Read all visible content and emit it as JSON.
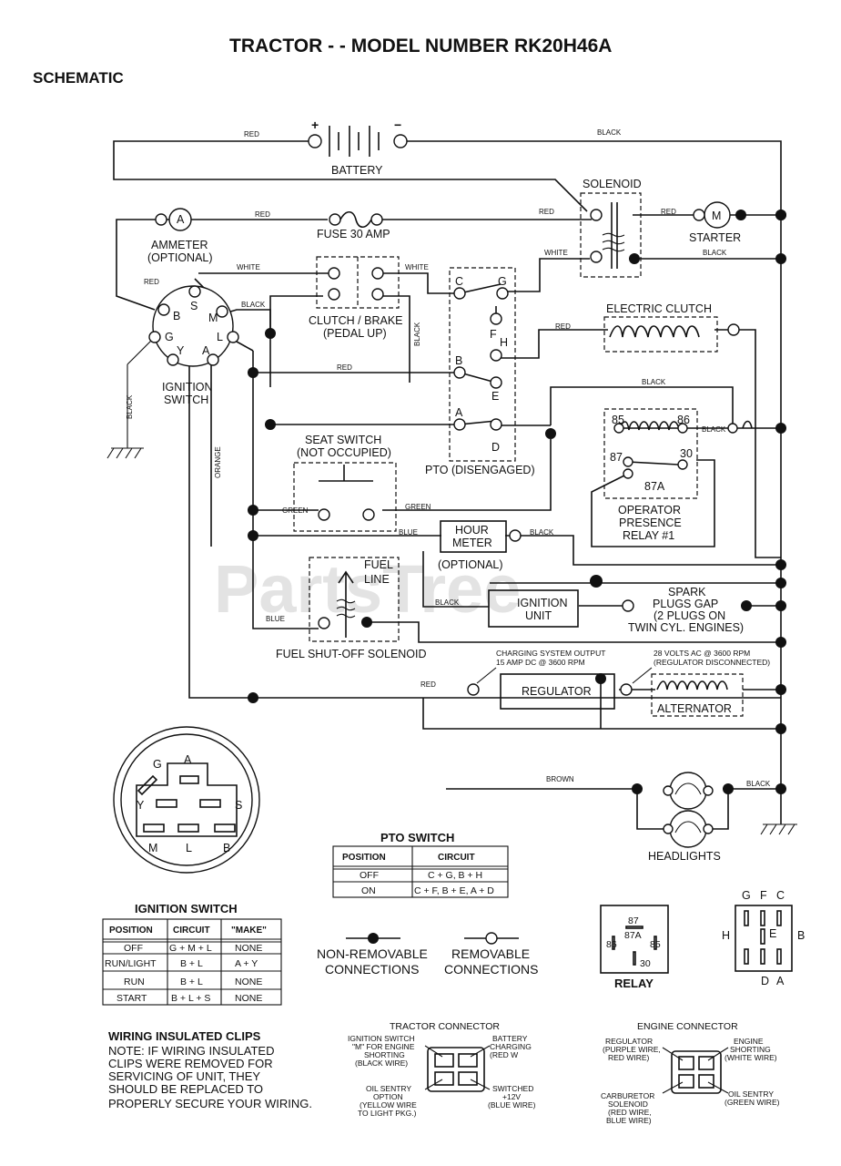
{
  "title": "TRACTOR - - MODEL NUMBER RK20H46A",
  "subtitle": "SCHEMATIC",
  "watermark": "PartsTree",
  "components": {
    "battery": "BATTERY",
    "battery_plus": "+",
    "battery_minus": "−",
    "solenoid": "SOLENOID",
    "starter": "STARTER",
    "starter_symbol": "M",
    "ammeter_symbol": "A",
    "ammeter_1": "AMMETER",
    "ammeter_2": "(OPTIONAL)",
    "fuse": "FUSE 30 AMP",
    "clutch_brake_1": "CLUTCH / BRAKE",
    "clutch_brake_2": "(PEDAL UP)",
    "electric_clutch": "ELECTRIC CLUTCH",
    "ignition_switch_1": "IGNITION",
    "ignition_switch_2": "SWITCH",
    "seat_switch_1": "SEAT SWITCH",
    "seat_switch_2": "(NOT OCCUPIED)",
    "pto": "PTO (DISENGAGED)",
    "relay_1": "OPERATOR",
    "relay_2": "PRESENCE",
    "relay_3": "RELAY #1",
    "hour_meter_1": "HOUR",
    "hour_meter_2": "METER",
    "hour_meter_3": "(OPTIONAL)",
    "fuel_line_1": "FUEL",
    "fuel_line_2": "LINE",
    "fuel_solenoid": "FUEL SHUT-OFF SOLENOID",
    "ignition_unit_1": "IGNITION",
    "ignition_unit_2": "UNIT",
    "spark_1": "SPARK",
    "spark_2": "PLUGS GAP",
    "spark_3": "(2 PLUGS ON",
    "spark_4": "TWIN CYL. ENGINES)",
    "regulator": "REGULATOR",
    "alternator": "ALTERNATOR",
    "charging_1": "CHARGING SYSTEM OUTPUT",
    "charging_2": "15 AMP DC @ 3600 RPM",
    "ac_1": "28 VOLTS AC @ 3600 RPM",
    "ac_2": "(REGULATOR DISCONNECTED)",
    "headlights": "HEADLIGHTS"
  },
  "terminals": {
    "ign_b": "B",
    "ign_s": "S",
    "ign_m": "M",
    "ign_g": "G",
    "ign_l": "L",
    "ign_y": "Y",
    "ign_a": "A",
    "pto_c": "C",
    "pto_g": "G",
    "pto_f": "F",
    "pto_h": "H",
    "pto_b": "B",
    "pto_e": "E",
    "pto_a": "A",
    "pto_d": "D",
    "relay_85": "85",
    "relay_86": "86",
    "relay_87": "87",
    "relay_30": "30",
    "relay_87a": "87A"
  },
  "wires": {
    "red": "RED",
    "black": "BLACK",
    "white": "WHITE",
    "green": "GREEN",
    "blue": "BLUE",
    "orange": "ORANGE",
    "brown": "BROWN"
  },
  "ignition_plug": {
    "g": "G",
    "a": "A",
    "y": "Y",
    "s": "S",
    "m": "M",
    "l": "L",
    "b": "B"
  },
  "pto_switch_table": {
    "title": "PTO SWITCH",
    "headers": [
      "POSITION",
      "CIRCUIT"
    ],
    "rows": [
      [
        "OFF",
        "C + G, B + H"
      ],
      [
        "ON",
        "C + F, B + E, A + D"
      ]
    ]
  },
  "ignition_switch_table": {
    "title": "IGNITION SWITCH",
    "headers": [
      "POSITION",
      "CIRCUIT",
      "\"MAKE\""
    ],
    "rows": [
      [
        "OFF",
        "G + M + L",
        "NONE"
      ],
      [
        "RUN/LIGHT",
        "B + L",
        "A + Y"
      ],
      [
        "RUN",
        "B + L",
        "NONE"
      ],
      [
        "START",
        "B + L + S",
        "NONE"
      ]
    ]
  },
  "legend": {
    "non_removable_1": "NON-REMOVABLE",
    "non_removable_2": "CONNECTIONS",
    "removable_1": "REMOVABLE",
    "removable_2": "CONNECTIONS"
  },
  "relay_diagram": {
    "label": "RELAY",
    "pin_87": "87",
    "pin_87a": "87A",
    "pin_86": "86",
    "pin_85": "85",
    "pin_30": "30"
  },
  "pto_diagram": {
    "g": "G",
    "f": "F",
    "c": "C",
    "h": "H",
    "e": "E",
    "b": "B",
    "d": "D",
    "a": "A"
  },
  "note": {
    "heading": "WIRING INSULATED CLIPS",
    "line1": "NOTE: IF WIRING INSULATED",
    "line2": "CLIPS WERE REMOVED FOR",
    "line3": "SERVICING OF UNIT, THEY",
    "line4": "SHOULD BE REPLACED TO",
    "line5": "PROPERLY SECURE YOUR WIRING."
  },
  "tractor_connector": {
    "title": "TRACTOR CONNECTOR",
    "l1": "IGNITION SWITCH",
    "l2": "\"M\" FOR ENGINE",
    "l3": "SHORTING",
    "l4": "(BLACK WIRE)",
    "r1": "BATTERY",
    "r2": "CHARGING",
    "r3": "(RED W",
    "bl1": "OIL SENTRY",
    "bl2": "OPTION",
    "bl3": "(YELLOW WIRE",
    "bl4": "TO LIGHT PKG.)",
    "br1": "SWITCHED",
    "br2": "+12V",
    "br3": "(BLUE WIRE)"
  },
  "engine_connector": {
    "title": "ENGINE CONNECTOR",
    "l1": "REGULATOR",
    "l2": "(PURPLE WIRE,",
    "l3": "RED WIRE)",
    "r1": "ENGINE",
    "r2": "SHORTING",
    "r3": "(WHITE WIRE)",
    "bl1": "CARBURETOR",
    "bl2": "SOLENOID",
    "bl3": "(RED WIRE,",
    "bl4": "BLUE WIRE)",
    "br1": "OIL SENTRY",
    "br2": "(GREEN WIRE)"
  }
}
